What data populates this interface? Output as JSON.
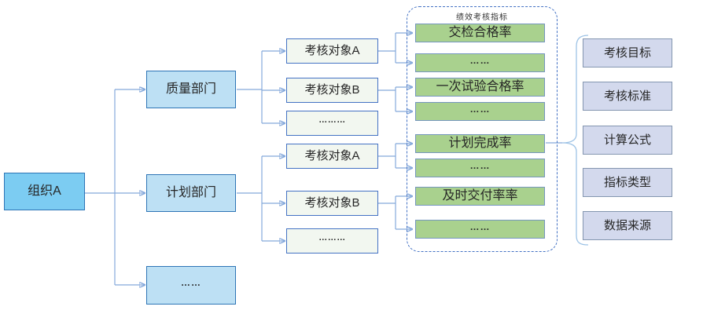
{
  "org": {
    "label": "组织A"
  },
  "departments": [
    {
      "label": "质量部门"
    },
    {
      "label": "计划部门"
    },
    {
      "label": "……"
    }
  ],
  "objects": [
    {
      "label": "考核对象A"
    },
    {
      "label": "考核对象B"
    },
    {
      "label": "………"
    },
    {
      "label": "考核对象A"
    },
    {
      "label": "考核对象B"
    },
    {
      "label": "………"
    }
  ],
  "indicator_panel": {
    "title": "绩效考核指标",
    "items": [
      "交检合格率",
      "……",
      "一次试验合格率",
      "……",
      "计划完成率",
      "……",
      "及时交付率率",
      "……"
    ]
  },
  "attributes": [
    {
      "label": "考核目标"
    },
    {
      "label": "考核标准"
    },
    {
      "label": "计算公式"
    },
    {
      "label": "指标类型"
    },
    {
      "label": "数据来源"
    }
  ],
  "colors": {
    "org_fill": "#7CCCF2",
    "dept_fill": "#BDE0F4",
    "object_fill": "#F2F7F0",
    "indicator_fill": "#A9D18E",
    "attribute_fill": "#D3D9ED",
    "line_blue": "#85A9DB",
    "arrow_blue": "#3E6CB5",
    "dashed_border": "#4472C4"
  }
}
